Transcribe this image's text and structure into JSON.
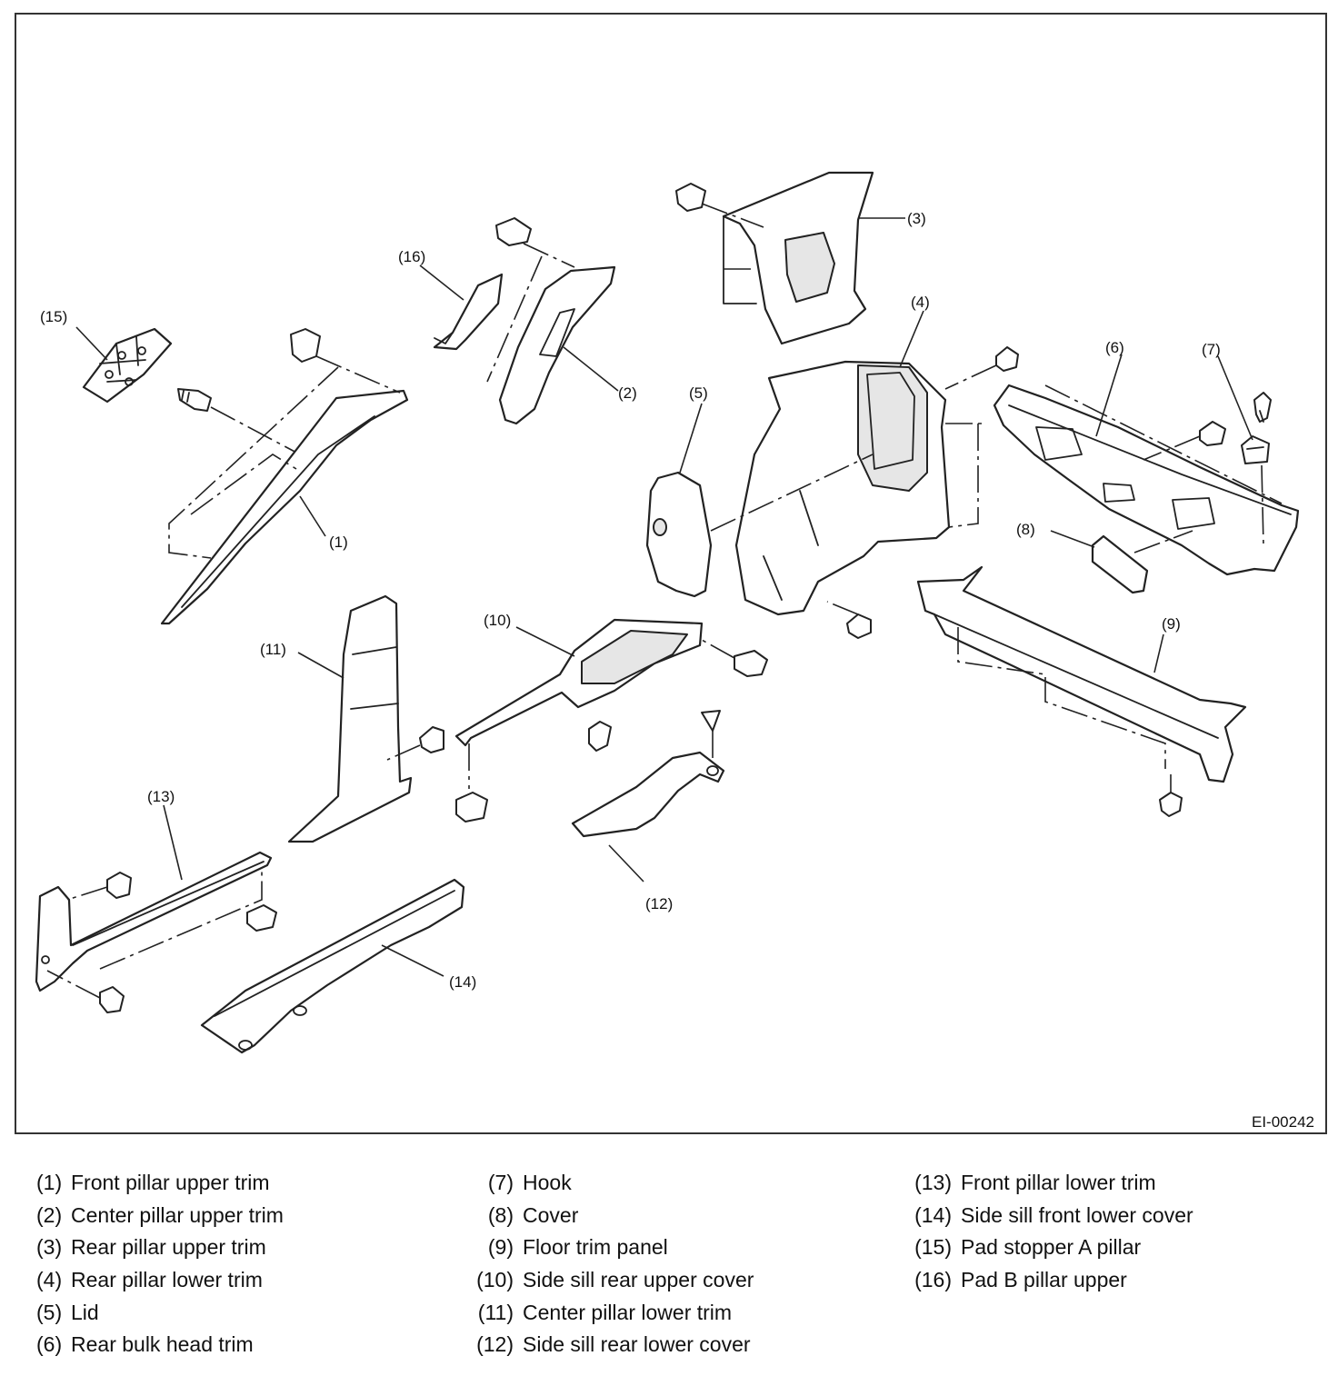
{
  "figure_code": "EI-00242",
  "callouts": [
    "(1)",
    "(2)",
    "(3)",
    "(4)",
    "(5)",
    "(6)",
    "(7)",
    "(8)",
    "(9)",
    "(10)",
    "(11)",
    "(12)",
    "(13)",
    "(14)",
    "(15)",
    "(16)"
  ],
  "legend": {
    "col1": [
      {
        "num": "(1)",
        "label": "Front pillar upper trim"
      },
      {
        "num": "(2)",
        "label": "Center pillar upper trim"
      },
      {
        "num": "(3)",
        "label": "Rear pillar upper trim"
      },
      {
        "num": "(4)",
        "label": "Rear pillar lower trim"
      },
      {
        "num": "(5)",
        "label": "Lid"
      },
      {
        "num": "(6)",
        "label": "Rear bulk head trim"
      }
    ],
    "col2": [
      {
        "num": "(7)",
        "label": "Hook"
      },
      {
        "num": "(8)",
        "label": "Cover"
      },
      {
        "num": "(9)",
        "label": "Floor trim panel"
      },
      {
        "num": "(10)",
        "label": "Side sill rear upper cover"
      },
      {
        "num": "(11)",
        "label": "Center pillar lower trim"
      },
      {
        "num": "(12)",
        "label": "Side sill rear lower cover"
      }
    ],
    "col3": [
      {
        "num": "(13)",
        "label": "Front pillar lower trim"
      },
      {
        "num": "(14)",
        "label": "Side sill front lower cover"
      },
      {
        "num": "(15)",
        "label": "Pad stopper A pillar"
      },
      {
        "num": "(16)",
        "label": "Pad B pillar upper"
      }
    ]
  }
}
